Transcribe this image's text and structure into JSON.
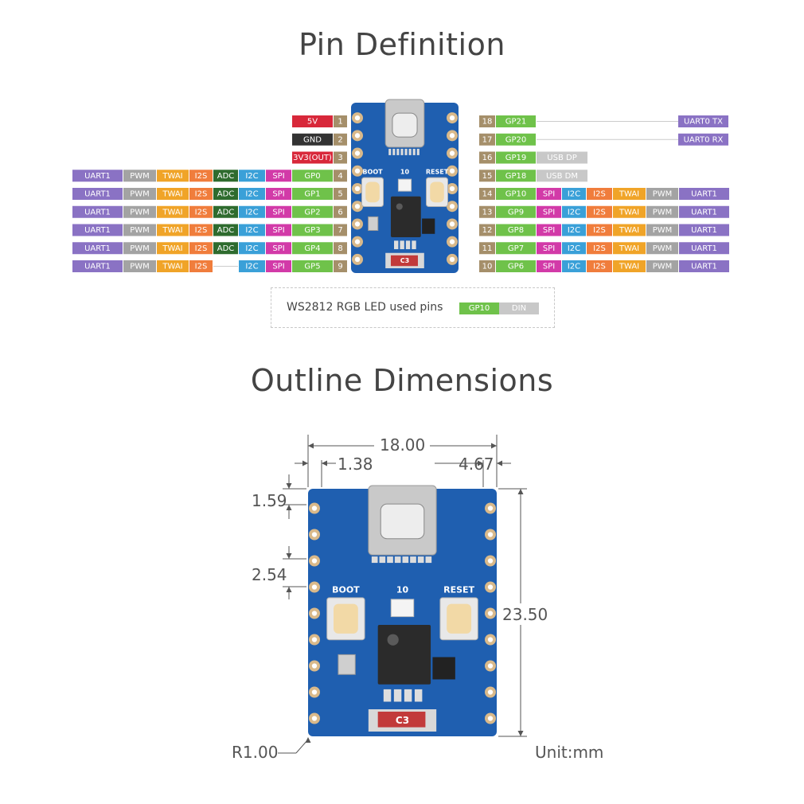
{
  "titles": {
    "pin": "Pin Definition",
    "outline": "Outline Dimensions"
  },
  "colors": {
    "uart": "#8a72c4",
    "pwm": "#a3a3a3",
    "twai": "#f0a428",
    "i2s": "#f07d3c",
    "adc": "#2e6b2e",
    "i2c": "#3aa0d8",
    "spi": "#d23aa8",
    "gp": "#6fc24a",
    "num": "#a58f6a",
    "v5": "#d8283a",
    "gnd": "#333333",
    "v3": "#d8283a",
    "usb": "#c8c8c8"
  },
  "board_labels": {
    "boot": "BOOT",
    "reset": "RESET",
    "led": "10",
    "chip": "C3"
  },
  "left_pins": [
    {
      "num": "1",
      "gp": "5V",
      "kind": "v5",
      "funcs": []
    },
    {
      "num": "2",
      "gp": "GND",
      "kind": "gnd",
      "funcs": []
    },
    {
      "num": "3",
      "gp": "3V3(OUT)",
      "kind": "v3",
      "funcs": []
    },
    {
      "num": "4",
      "gp": "GP0",
      "kind": "gp",
      "funcs": [
        "UART1",
        "PWM",
        "TWAI",
        "I2S",
        "ADC",
        "I2C",
        "SPI"
      ]
    },
    {
      "num": "5",
      "gp": "GP1",
      "kind": "gp",
      "funcs": [
        "UART1",
        "PWM",
        "TWAI",
        "I2S",
        "ADC",
        "I2C",
        "SPI"
      ]
    },
    {
      "num": "6",
      "gp": "GP2",
      "kind": "gp",
      "funcs": [
        "UART1",
        "PWM",
        "TWAI",
        "I2S",
        "ADC",
        "I2C",
        "SPI"
      ]
    },
    {
      "num": "7",
      "gp": "GP3",
      "kind": "gp",
      "funcs": [
        "UART1",
        "PWM",
        "TWAI",
        "I2S",
        "ADC",
        "I2C",
        "SPI"
      ]
    },
    {
      "num": "8",
      "gp": "GP4",
      "kind": "gp",
      "funcs": [
        "UART1",
        "PWM",
        "TWAI",
        "I2S",
        "ADC",
        "I2C",
        "SPI"
      ]
    },
    {
      "num": "9",
      "gp": "GP5",
      "kind": "gp",
      "funcs": [
        "UART1",
        "PWM",
        "TWAI",
        "I2S",
        "",
        "I2C",
        "SPI"
      ]
    }
  ],
  "right_pins": [
    {
      "num": "18",
      "gp": "GP21",
      "funcs": [],
      "far": "UART0 TX"
    },
    {
      "num": "17",
      "gp": "GP20",
      "funcs": [],
      "far": "UART0 RX"
    },
    {
      "num": "16",
      "gp": "GP19",
      "funcs": [
        "USB DP"
      ],
      "far": ""
    },
    {
      "num": "15",
      "gp": "GP18",
      "funcs": [
        "USB DM"
      ],
      "far": ""
    },
    {
      "num": "14",
      "gp": "GP10",
      "funcs": [
        "SPI",
        "I2C",
        "I2S",
        "TWAI",
        "PWM",
        "UART1"
      ],
      "far": ""
    },
    {
      "num": "13",
      "gp": "GP9",
      "funcs": [
        "SPI",
        "I2C",
        "I2S",
        "TWAI",
        "PWM",
        "UART1"
      ],
      "far": ""
    },
    {
      "num": "12",
      "gp": "GP8",
      "funcs": [
        "SPI",
        "I2C",
        "I2S",
        "TWAI",
        "PWM",
        "UART1"
      ],
      "far": ""
    },
    {
      "num": "11",
      "gp": "GP7",
      "funcs": [
        "SPI",
        "I2C",
        "I2S",
        "TWAI",
        "PWM",
        "UART1"
      ],
      "far": ""
    },
    {
      "num": "10",
      "gp": "GP6",
      "funcs": [
        "SPI",
        "I2C",
        "I2S",
        "TWAI",
        "PWM",
        "UART1"
      ],
      "far": ""
    }
  ],
  "legend": {
    "text": "WS2812 RGB LED used pins",
    "pin": "GP10",
    "signal": "DIN"
  },
  "dims": {
    "width": "18.00",
    "left_offset": "1.38",
    "right_offset": "4.67",
    "top_offset": "1.59",
    "pitch": "2.54",
    "height": "23.50",
    "radius": "R1.00",
    "unit": "Unit:mm"
  }
}
